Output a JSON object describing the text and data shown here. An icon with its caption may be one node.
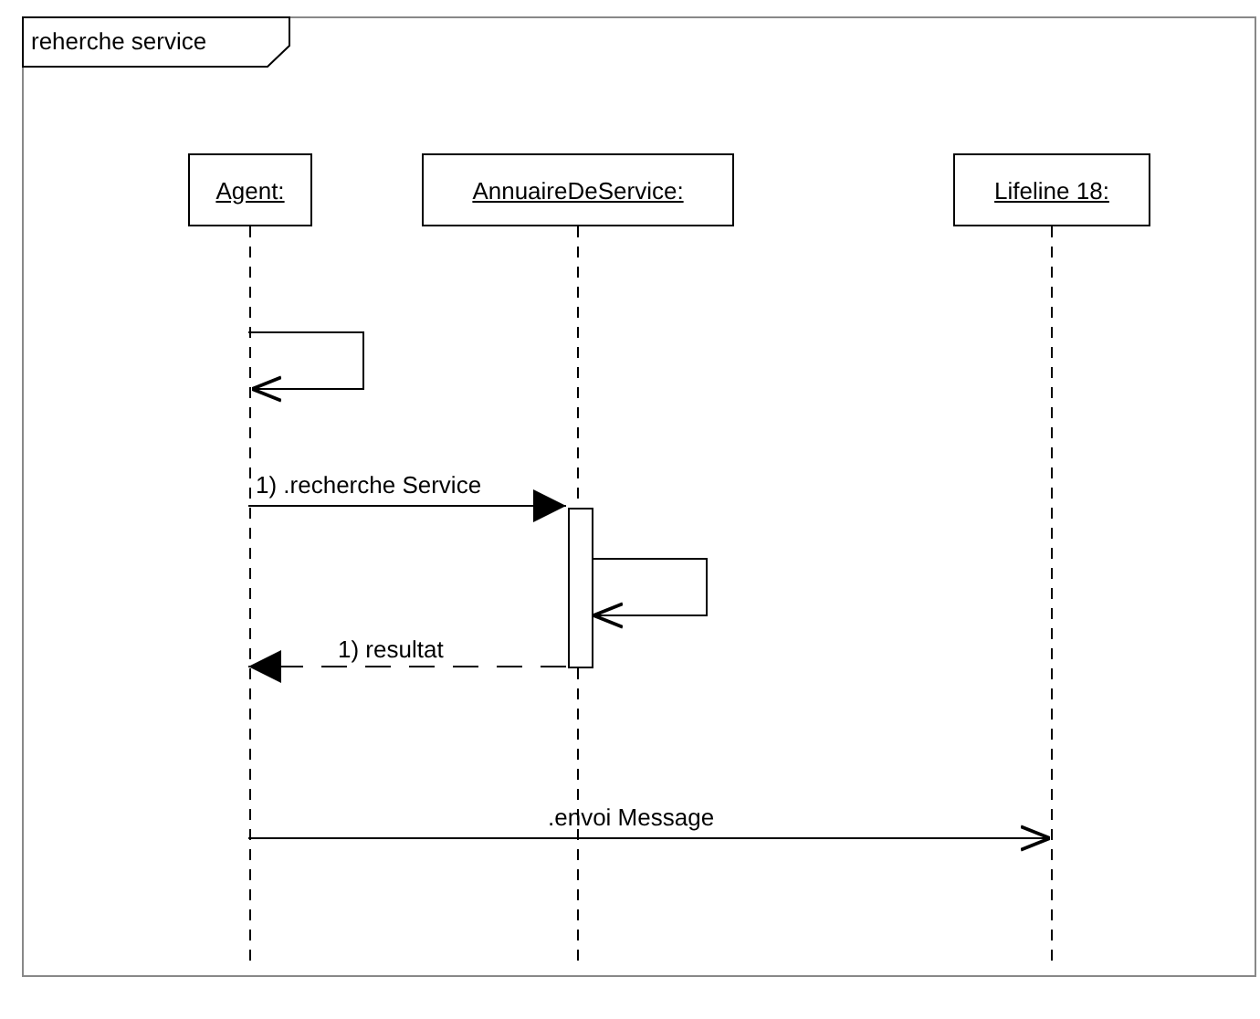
{
  "diagram": {
    "nodes": [
      {
        "text": [
          "reherche service"
        ]
      },
      {
        "text": [
          "Agent:"
        ],
        "in": 0
      },
      {
        "text": [
          "AnnuaireDeService:"
        ],
        "in": 0
      },
      {
        "text": [
          "Lifeline 18:"
        ],
        "in": 0
      },
      {
        "text": [],
        "shape": "bar",
        "in": 2
      }
    ],
    "edges": [
      {
        "from": 1,
        "to": 1,
        "arrow": "to"
      },
      {
        "from": 1,
        "to": 4,
        "arrow": "to",
        "label": "1) .recherche Service"
      },
      {
        "from": 4,
        "to": 4,
        "arrow": "to"
      },
      {
        "from": 4,
        "to": 1,
        "arrow": "to",
        "label": "1) resultat",
        "style": "dashed"
      },
      {
        "from": 1,
        "to": 3,
        "arrow": "to",
        "label": ".envoi Message"
      }
    ]
  }
}
